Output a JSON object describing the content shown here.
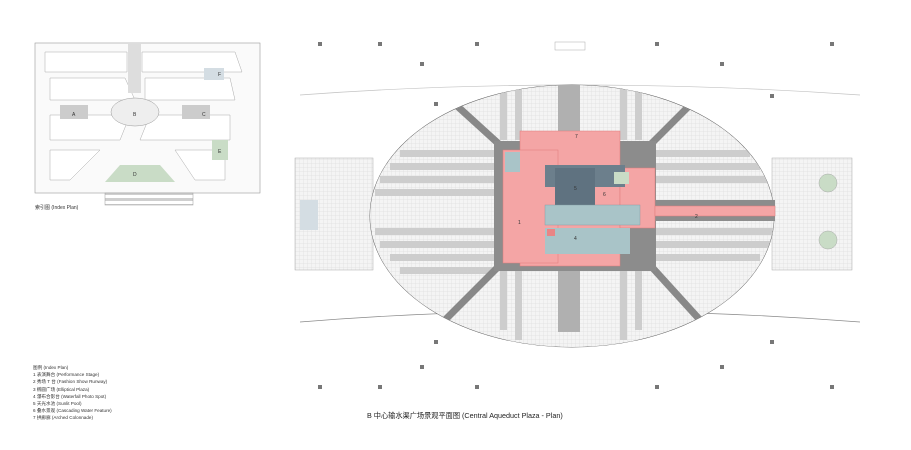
{
  "index_plan": {
    "caption": "索引图 (Index Plan)",
    "zones": [
      "A",
      "B",
      "C",
      "D",
      "E",
      "F"
    ]
  },
  "legend": {
    "title": "图例 (Index Plan)",
    "items": [
      "1  表演舞台 (Performance Stage)",
      "2  秀场 T 台 (Fashion Show Runway)",
      "3  椭圆广场 (Elliptical Plaza)",
      "4  瀑布合影台 (Waterfall Photo Spot)",
      "5  天光水池 (Sunlit Pool)",
      "6  叠水景观 (Cascading Water Feature)",
      "7  拱廊廊 (Arched Colonnade)"
    ]
  },
  "plan": {
    "title": "B  中心输水渠广场景观平面图 (Central Aqueduct Plaza - Plan)",
    "labels": [
      "1",
      "2",
      "4",
      "5",
      "6",
      "7"
    ]
  },
  "colors": {
    "pink": "#f4a5a5",
    "deep_pink": "#e98585",
    "water": "#a9c4c8",
    "slate": "#5f7280",
    "gray": "#8c8c8c",
    "green": "#c9dcc6"
  }
}
